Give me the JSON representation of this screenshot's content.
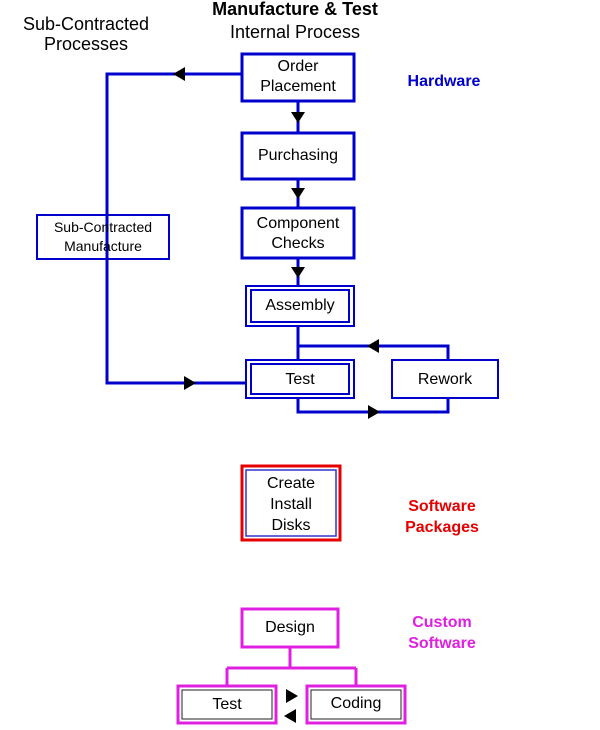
{
  "header": {
    "left_title": "Sub-Contracted\nProcesses",
    "main_title": "Manufacture & Test",
    "subtitle": "Internal Process"
  },
  "sections": {
    "hardware": {
      "label": "Hardware",
      "color": "#0000cc"
    },
    "software_packages": {
      "label": "Software\nPackages",
      "color": "#e60000"
    },
    "custom_software": {
      "label": "Custom\nSoftware",
      "color": "#e020e0"
    }
  },
  "hardware_boxes": {
    "order": "Order\nPlacement",
    "purchasing": "Purchasing",
    "component": "Component\nChecks",
    "assembly": "Assembly",
    "test": "Test",
    "rework": "Rework",
    "subcontract": "Sub-Contracted\nManufacture"
  },
  "software_boxes": {
    "create": "Create\nInstall\nDisks"
  },
  "custom_boxes": {
    "design": "Design",
    "test": "Test",
    "coding": "Coding"
  }
}
